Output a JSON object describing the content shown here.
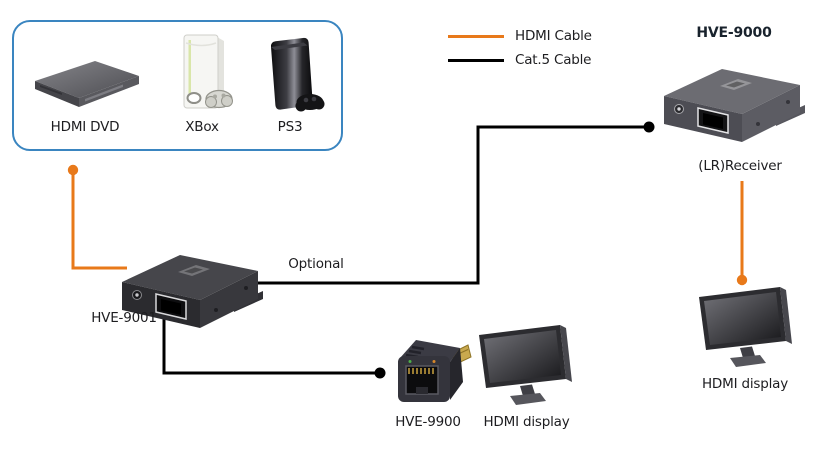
{
  "legend": {
    "items": [
      {
        "label": "HDMI Cable",
        "color": "#E8791A"
      },
      {
        "label": "Cat.5 Cable",
        "color": "#000000"
      }
    ]
  },
  "source_box": {
    "border_color": "#3A85C0",
    "devices": [
      {
        "label": "HDMI DVD"
      },
      {
        "label": "XBox"
      },
      {
        "label": "PS3"
      }
    ]
  },
  "transmitter": {
    "label": "HVE-9001"
  },
  "receiver": {
    "title": "HVE-9000",
    "label": "(LR)Receiver"
  },
  "adapter": {
    "label": "HVE-9900"
  },
  "display_bottom": {
    "label": "HDMI display"
  },
  "display_right": {
    "label": "HDMI display"
  },
  "annotations": {
    "optional_label": "Optional"
  },
  "colors": {
    "hdmi_cable": "#E8791A",
    "cat5_cable": "#000000",
    "source_box_border": "#3A85C0"
  }
}
